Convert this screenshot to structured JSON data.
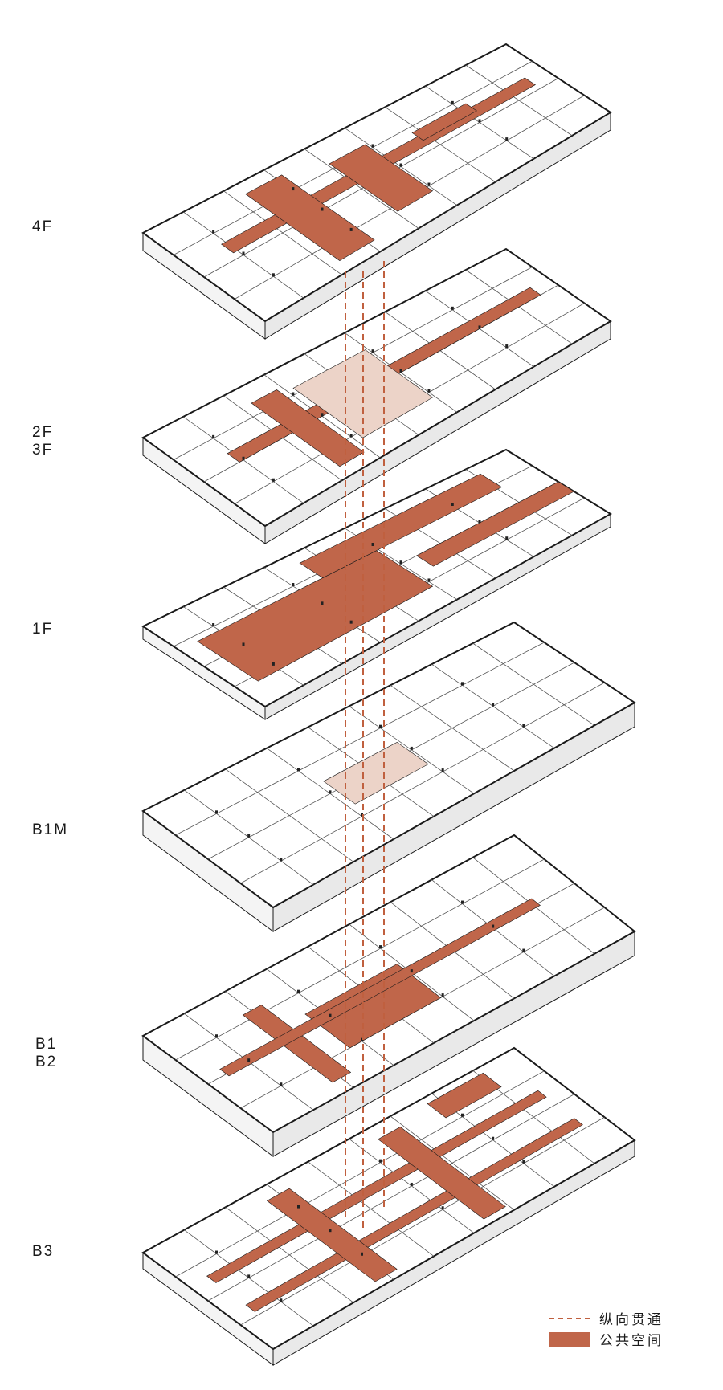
{
  "floors": [
    {
      "label": "4F"
    },
    {
      "label": "2F\n3F"
    },
    {
      "label": "1F"
    },
    {
      "label": "B1M"
    },
    {
      "label": "B1\nB2"
    },
    {
      "label": "B3"
    }
  ],
  "legend": {
    "vertical_link": "纵向贯通",
    "public_space": "公共空间"
  },
  "colors": {
    "public_space": "#c0664a",
    "vertical_link": "#c0603f",
    "line": "#1a1a1a",
    "void": "#ecd3c8"
  }
}
